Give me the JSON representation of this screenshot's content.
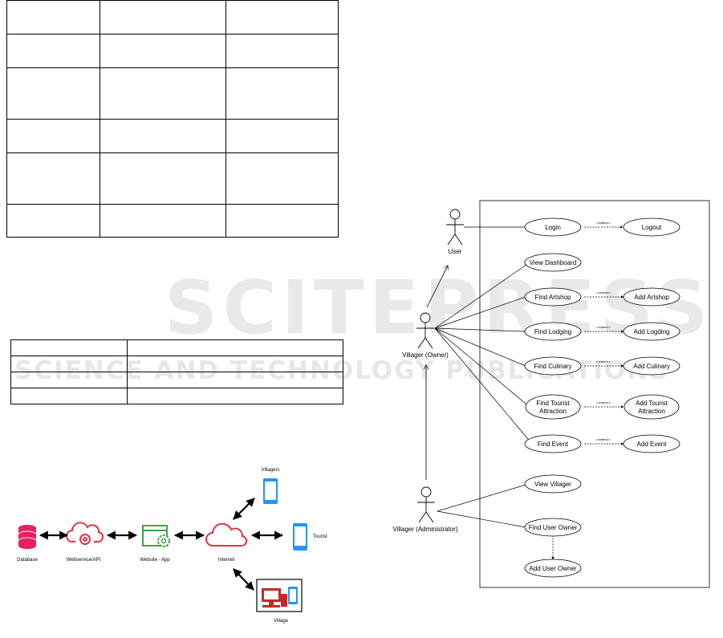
{
  "watermark": {
    "line1": "SCITEPRESS",
    "line2": "SCIENCE AND TECHNOLOGY PUBLICATIONS"
  },
  "table1": {
    "rows": 6,
    "cols": 3
  },
  "table2": {
    "rows": 4,
    "cols": 2
  },
  "architecture": {
    "nodes": {
      "database": "Database",
      "webservice": "Webservice/API",
      "website": "Website - App",
      "internet": "Internet",
      "villagers": "Villagers",
      "tourist": "Tourist",
      "village": "Village"
    },
    "colors": {
      "red": "#e53344",
      "green": "#43a047",
      "blue": "#2196f3",
      "magenta": "#e91e63"
    }
  },
  "use_case": {
    "actors": {
      "user": "User",
      "owner": "Villager (Owner)",
      "admin": "Villager (Administrator)"
    },
    "use_cases": {
      "login": "Login",
      "logout": "Logout",
      "view_dashboard": "View Dashboard",
      "find_artshop": "Find Artshop",
      "add_artshop": "Add Artshop",
      "find_lodging": "Find Lodging",
      "add_logding": "Add Logding",
      "find_culinary": "Find Culinary",
      "add_culinary": "Add Culinary",
      "find_tourist_1": "Find Tourist",
      "find_tourist_2": "Attraction",
      "add_tourist_1": "Add Tourist",
      "add_tourist_2": "Attraction",
      "find_event": "Find Event",
      "add_event": "Add Event",
      "view_villager": "View Villager",
      "find_user_owner": "Find User Owner",
      "add_user_owner": "Add User Owner"
    },
    "extend_label": "<<extend>>"
  }
}
